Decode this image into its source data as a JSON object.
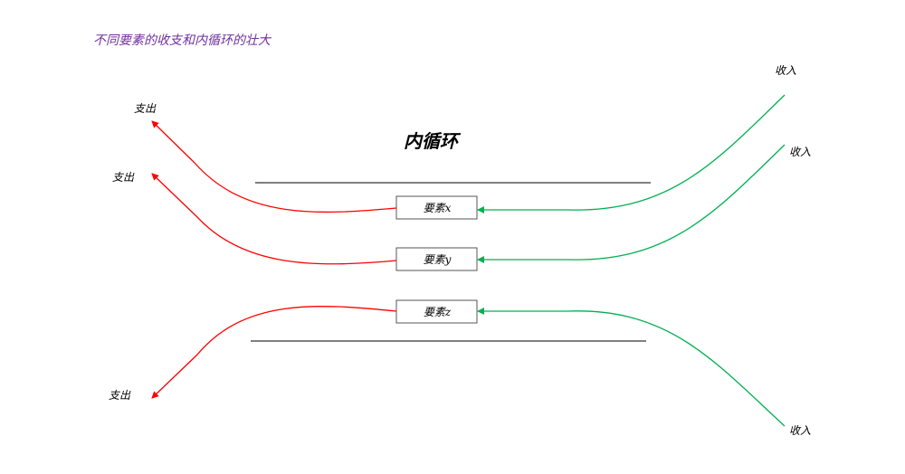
{
  "title": "不同要素的收支和内循环的壮大",
  "heading": "内循环",
  "elements": [
    {
      "label": "要素x",
      "outflow": "支出",
      "inflow": "收入"
    },
    {
      "label": "要素y",
      "outflow": "支出",
      "inflow": "收入"
    },
    {
      "label": "要素z",
      "outflow": "支出",
      "inflow": "收入"
    }
  ],
  "colors": {
    "title": "#7030a0",
    "outflow": "#ff0000",
    "inflow": "#00b050"
  }
}
